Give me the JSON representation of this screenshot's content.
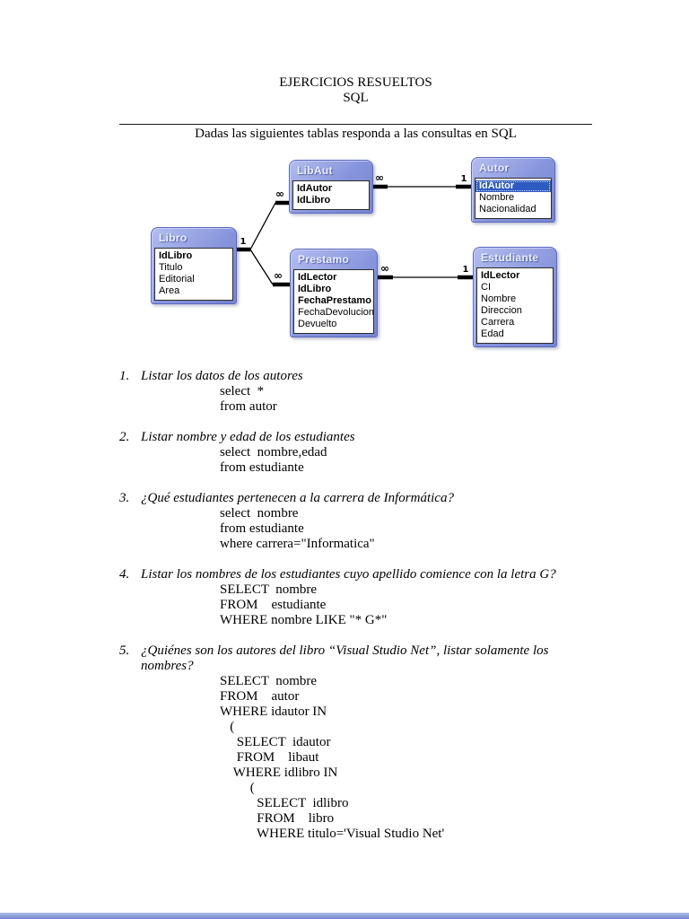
{
  "header": {
    "title_line1": "EJERCICIOS RESUELTOS",
    "title_line2": "SQL",
    "subtitle": "Dadas las siguientes tablas responda a las consultas en SQL"
  },
  "diagram": {
    "tables": [
      {
        "name": "Libro",
        "fields": [
          "IdLibro",
          "Titulo",
          "Editorial",
          "Area"
        ]
      },
      {
        "name": "LibAut",
        "fields": [
          "IdAutor",
          "IdLibro"
        ]
      },
      {
        "name": "Autor",
        "fields": [
          "IdAutor",
          "Nombre",
          "Nacionalidad"
        ]
      },
      {
        "name": "Prestamo",
        "fields": [
          "IdLector",
          "IdLibro",
          "FechaPrestamo",
          "FechaDevolucion",
          "Devuelto"
        ]
      },
      {
        "name": "Estudiante",
        "fields": [
          "IdLector",
          "CI",
          "Nombre",
          "Direccion",
          "Carrera",
          "Edad"
        ]
      }
    ],
    "relations": [
      {
        "from": "Libro",
        "to": "LibAut",
        "from_card": "1",
        "to_card": "∞"
      },
      {
        "from": "LibAut",
        "to": "Autor",
        "from_card": "∞",
        "to_card": "1"
      },
      {
        "from": "Libro",
        "to": "Prestamo",
        "from_card": "1",
        "to_card": "∞"
      },
      {
        "from": "Prestamo",
        "to": "Estudiante",
        "from_card": "∞",
        "to_card": "1"
      }
    ],
    "colors": {
      "table_frame": "#8694dc",
      "table_border": "#5a68bd",
      "selected_row": "#2e5bc0",
      "header_text": "#eaeffc"
    }
  },
  "exercises": [
    {
      "num": "1.",
      "question": "Listar los datos de los autores",
      "sql": [
        "select  *",
        "from autor"
      ]
    },
    {
      "num": "2.",
      "question": "Listar nombre y edad de los estudiantes",
      "sql": [
        "select  nombre,edad",
        "from estudiante"
      ]
    },
    {
      "num": "3.",
      "question": "¿Qué estudiantes pertenecen a la carrera de Informática?",
      "sql": [
        "select  nombre",
        "from estudiante",
        "where carrera=\"Informatica\""
      ]
    },
    {
      "num": "4.",
      "question": "Listar los nombres de los estudiantes cuyo apellido comience con la letra G?",
      "sql": [
        "SELECT  nombre",
        "FROM    estudiante",
        "WHERE nombre LIKE \"* G*\""
      ]
    },
    {
      "num": "5.",
      "question": "¿Quiénes son los autores del libro “Visual Studio Net”, listar solamente los nombres?",
      "sql": [
        "SELECT  nombre",
        "FROM    autor",
        "WHERE idautor IN",
        "   (",
        "     SELECT  idautor",
        "     FROM    libaut",
        "    WHERE idlibro IN",
        "         (",
        "           SELECT  idlibro",
        "           FROM    libro",
        "           WHERE titulo='Visual Studio Net'"
      ]
    }
  ]
}
